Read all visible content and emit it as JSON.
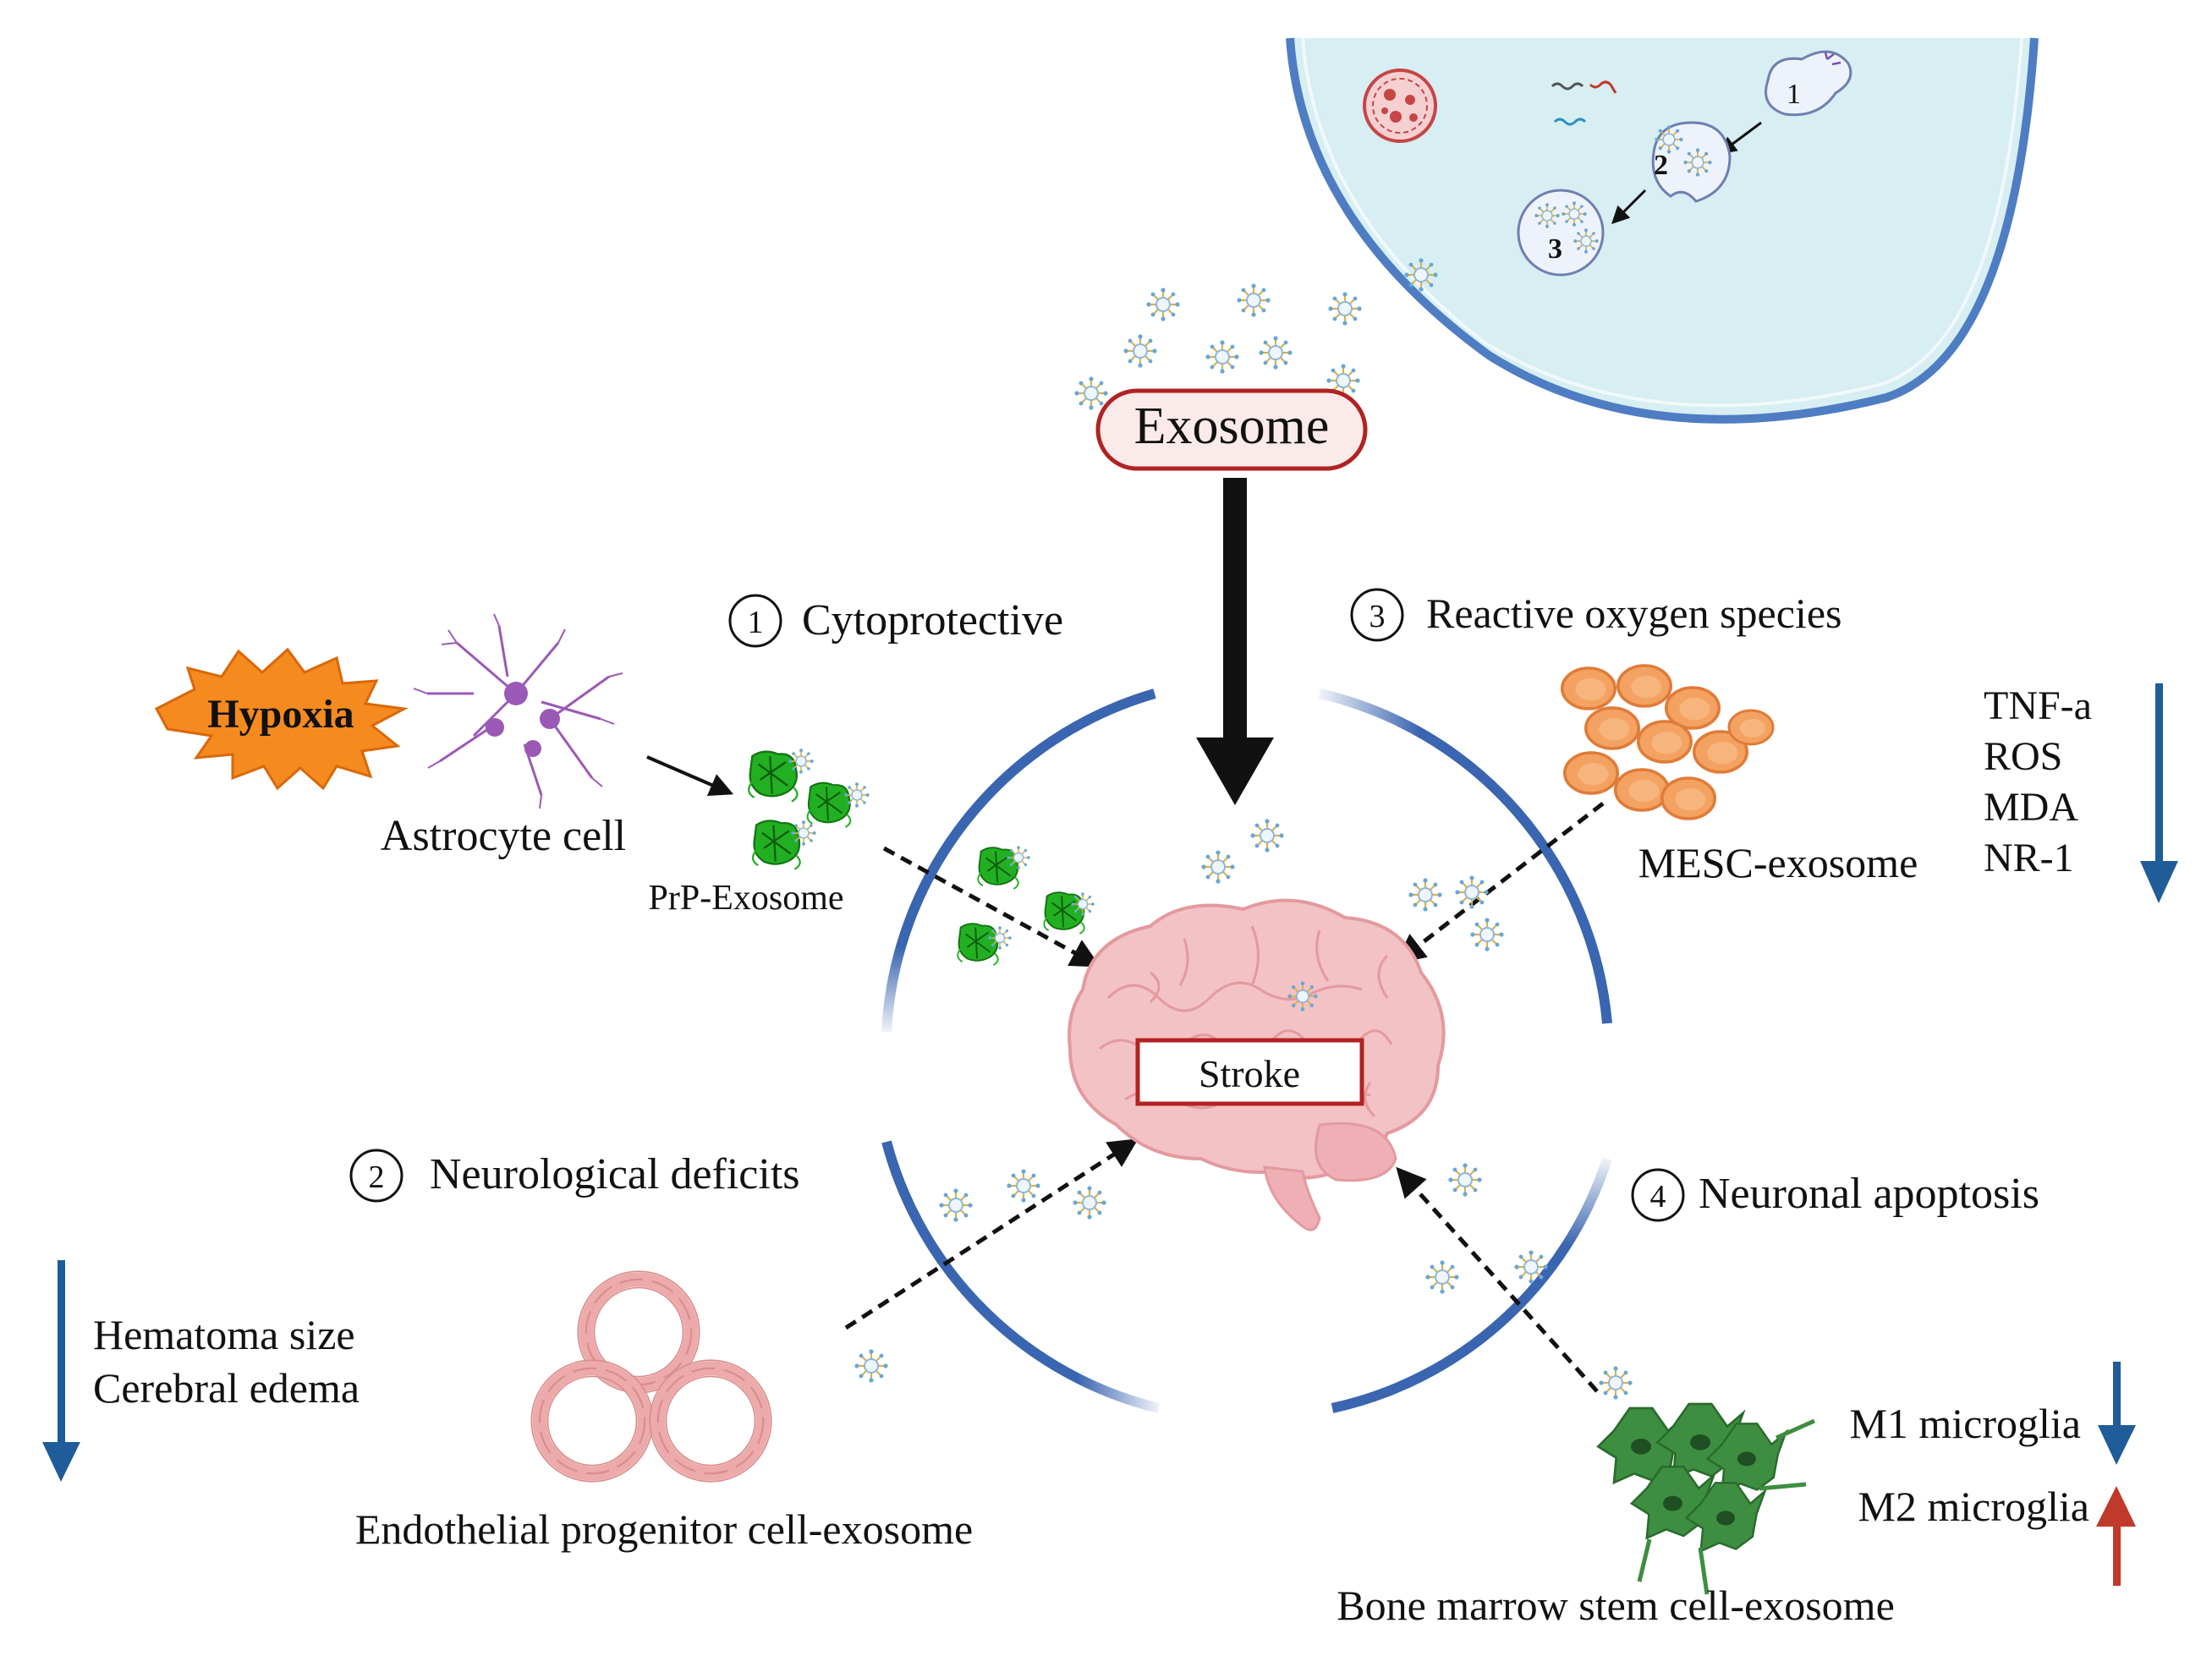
{
  "center": {
    "title": "Exosome",
    "target": "Stroke"
  },
  "secretion_steps": [
    "1",
    "2",
    "3"
  ],
  "mechanisms": [
    {
      "num": "1",
      "label": "Cytoprotective"
    },
    {
      "num": "2",
      "label": "Neurological deficits"
    },
    {
      "num": "3",
      "label": "Reactive oxygen species"
    },
    {
      "num": "4",
      "label": "Neuronal apoptosis"
    }
  ],
  "sources": {
    "stimulus": "Hypoxia",
    "astrocyte": "Astrocyte cell",
    "prp": "PrP-Exosome",
    "mesc": "MESC-exosome",
    "epc": "Endothelial progenitor cell-exosome",
    "bmsc": "Bone marrow stem cell-exosome"
  },
  "effects": {
    "decreased_markers": [
      "TNF-a",
      "ROS",
      "MDA",
      "NR-1"
    ],
    "decreased_injury": [
      "Hematoma size",
      "Cerebral edema"
    ],
    "microglia": [
      {
        "label": "M1 microglia",
        "direction": "down"
      },
      {
        "label": "M2 microglia",
        "direction": "up"
      }
    ]
  },
  "colors": {
    "exosome_border": "#b22222",
    "exosome_fill": "#fbeaea",
    "blue_arc": "#3a65b0",
    "blue_arrow": "#1f5c99",
    "red_arrow": "#c0392b",
    "cell_fill": "#d7eef2",
    "cell_border": "#4e7dc3",
    "hypoxia_fill": "#f58a1f",
    "brain_fill": "#f3c2c4",
    "mesc_fill": "#f4a261",
    "bmsc_fill": "#3e8e41",
    "prp_fill": "#22b022",
    "epc_fill": "#f2b5b5",
    "astrocyte_fill": "#9b59b6"
  },
  "icons": [
    "cell-membrane-icon",
    "exosome-particle-icon",
    "hypoxia-burst-icon",
    "astrocyte-icon",
    "brain-icon",
    "mesc-cluster-icon",
    "endothelial-ring-icon",
    "microglia-icon",
    "multivesicular-body-icon",
    "rbc-icon"
  ]
}
